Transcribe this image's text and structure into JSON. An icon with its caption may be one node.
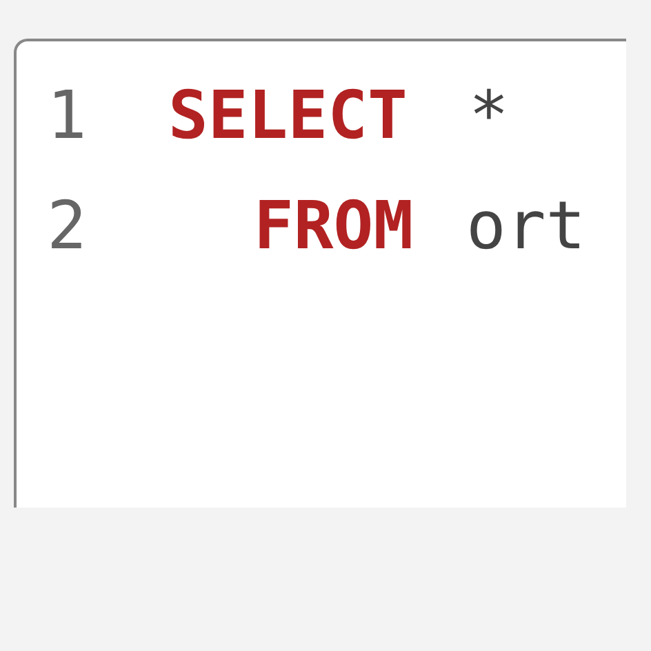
{
  "diagram": {
    "nodes": [
      {
        "text": [
          "1",
          "SELECT",
          "*",
          "2",
          "FROM",
          "ort"
        ]
      }
    ]
  }
}
